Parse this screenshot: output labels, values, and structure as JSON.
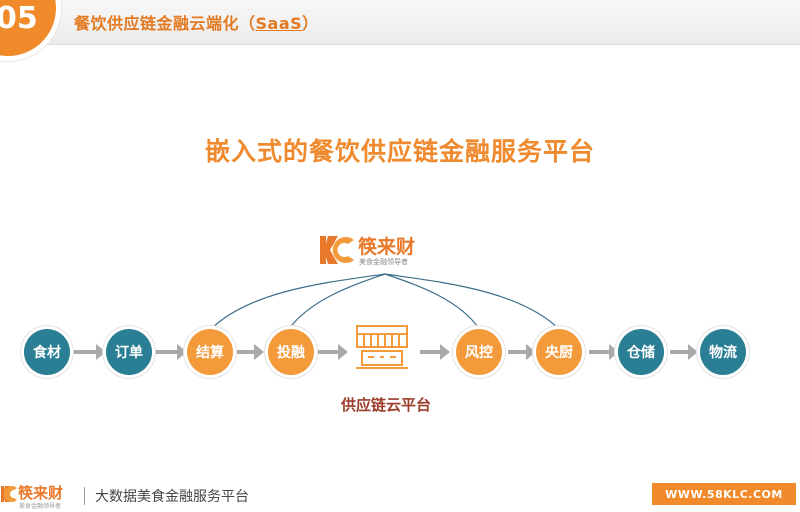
{
  "header": {
    "section_number": "05",
    "title_main": "餐饮供应链金融云端化（",
    "title_accent": "SaaS",
    "title_end": "）"
  },
  "main_title": "嵌入式的餐饮供应链金融服务平台",
  "center_logo": {
    "brand": "筷来财",
    "tagline": "美食金融领导者"
  },
  "flow": {
    "nodes": [
      {
        "label": "食材",
        "color": "teal"
      },
      {
        "label": "订单",
        "color": "teal"
      },
      {
        "label": "结算",
        "color": "orange"
      },
      {
        "label": "投融",
        "color": "orange"
      },
      {
        "label": "风控",
        "color": "orange"
      },
      {
        "label": "央厨",
        "color": "orange"
      },
      {
        "label": "仓储",
        "color": "teal"
      },
      {
        "label": "物流",
        "color": "teal"
      }
    ],
    "platform_label": "供应链云平台"
  },
  "footer": {
    "brand": "筷来财",
    "tagline": "美食金融领导者",
    "slogan": "大数据美食金融服务平台",
    "url": "WWW.58KLC.COM"
  },
  "colors": {
    "teal": "#2b7f95",
    "orange": "#f39a3b",
    "accent": "#ef8a2e",
    "connector": "#3f6e8a"
  }
}
